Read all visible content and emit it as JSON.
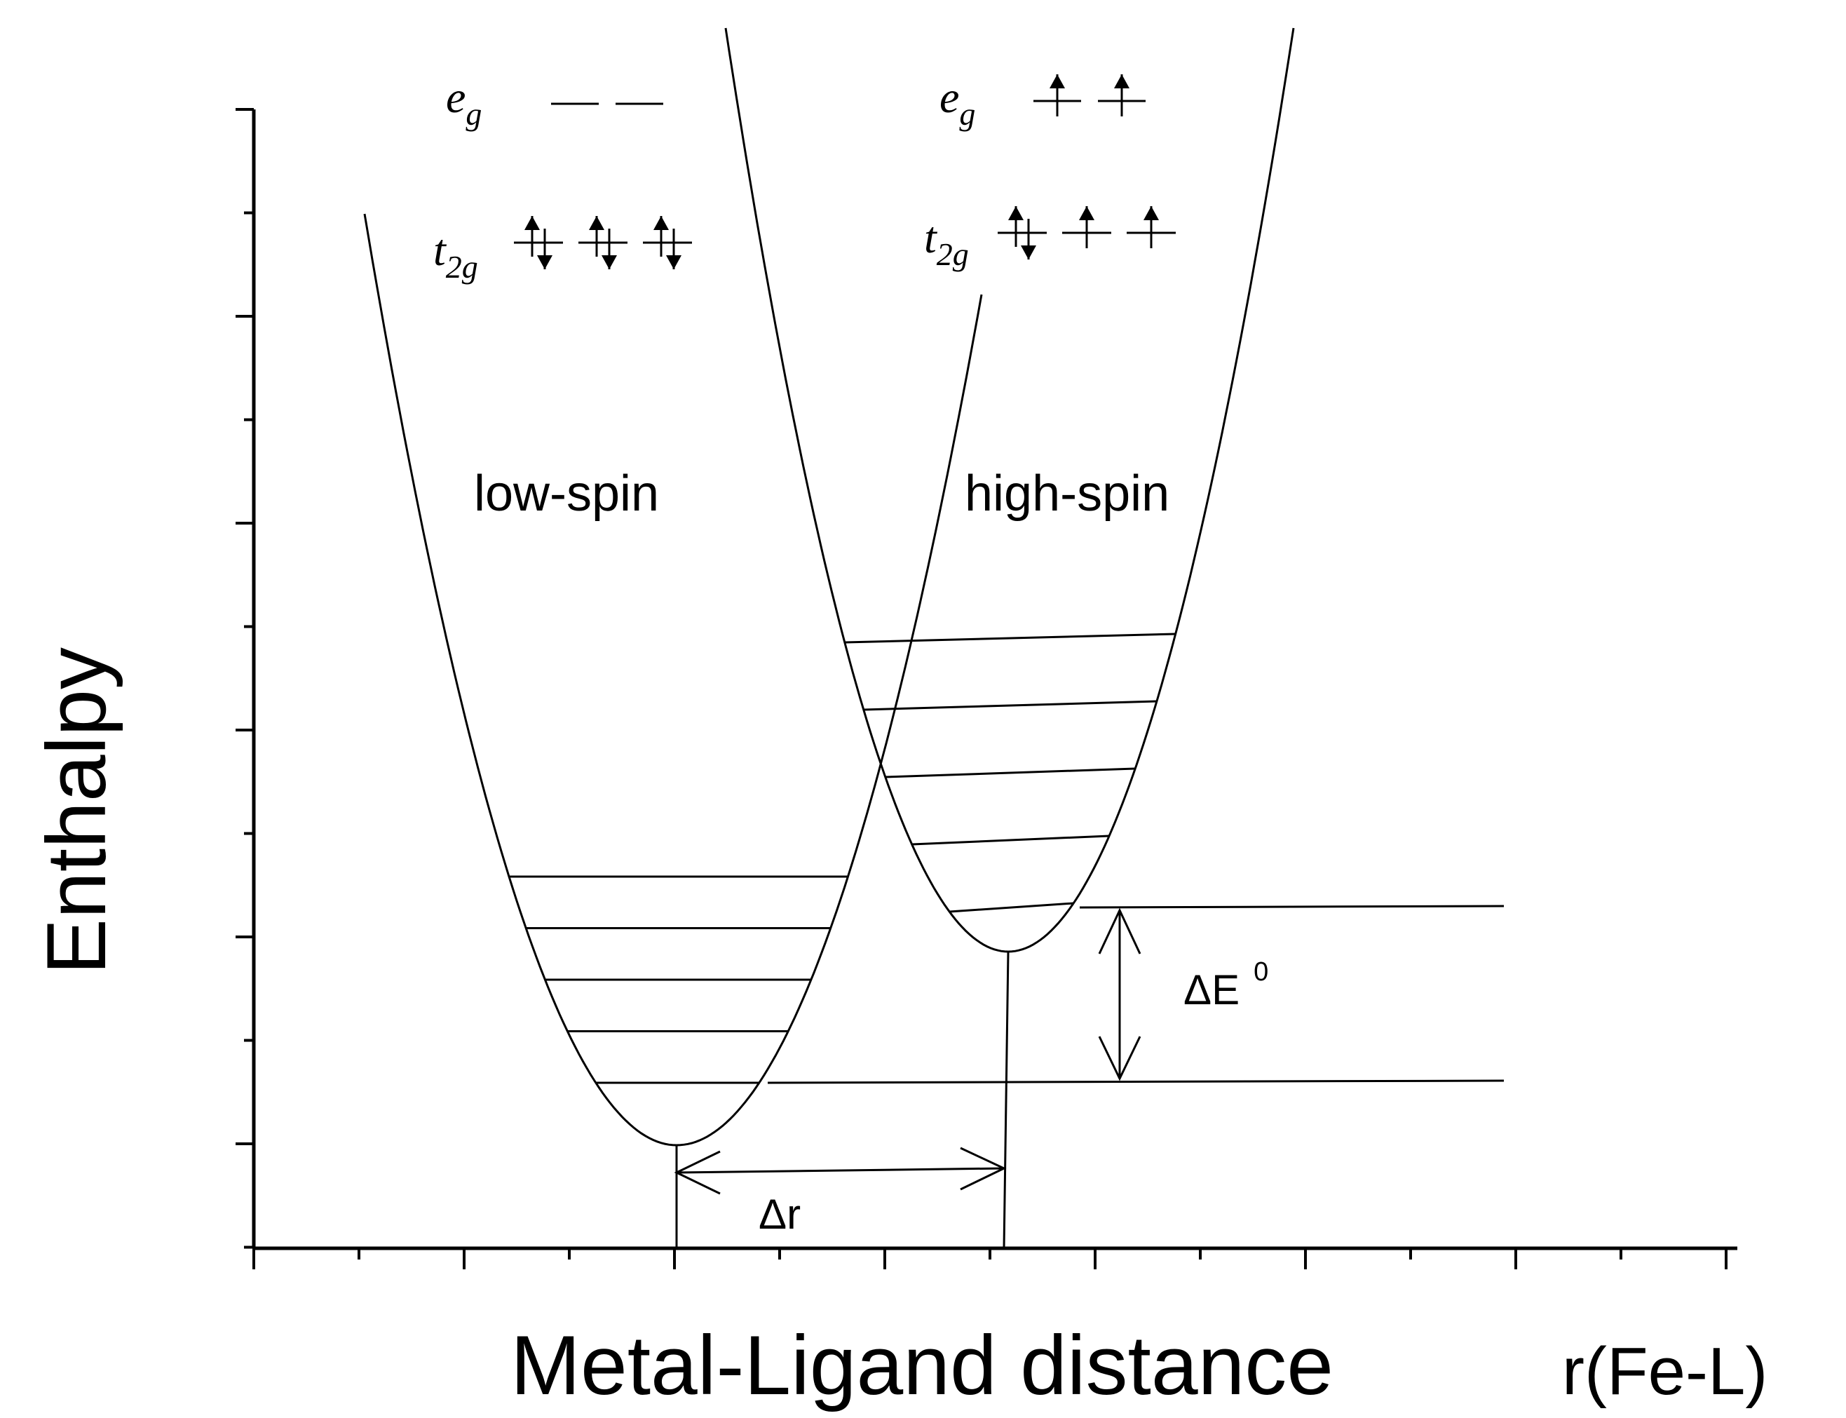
{
  "axes": {
    "ylabel": "Enthalpy",
    "xlabel": "Metal-Ligand distance",
    "xunit": "r(Fe-L)"
  },
  "curves": {
    "low_spin": {
      "label": "low-spin",
      "orbitals": {
        "eg": {
          "main": "e",
          "sub": "g",
          "electrons": [
            "",
            ""
          ]
        },
        "t2g": {
          "main": "t",
          "sub": "2g",
          "electrons": [
            "updown",
            "updown",
            "updown"
          ]
        }
      },
      "vibrational_levels": 5
    },
    "high_spin": {
      "label": "high-spin",
      "orbitals": {
        "eg": {
          "main": "e",
          "sub": "g",
          "electrons": [
            "up",
            "up"
          ]
        },
        "t2g": {
          "main": "t",
          "sub": "2g",
          "electrons": [
            "updown",
            "up",
            "up"
          ]
        }
      },
      "vibrational_levels": 5
    }
  },
  "annotations": {
    "delta_e": {
      "main": "ΔE",
      "sup": "0"
    },
    "delta_r": "Δr"
  },
  "colors": {
    "ink": "#000000",
    "background": "#ffffff"
  }
}
